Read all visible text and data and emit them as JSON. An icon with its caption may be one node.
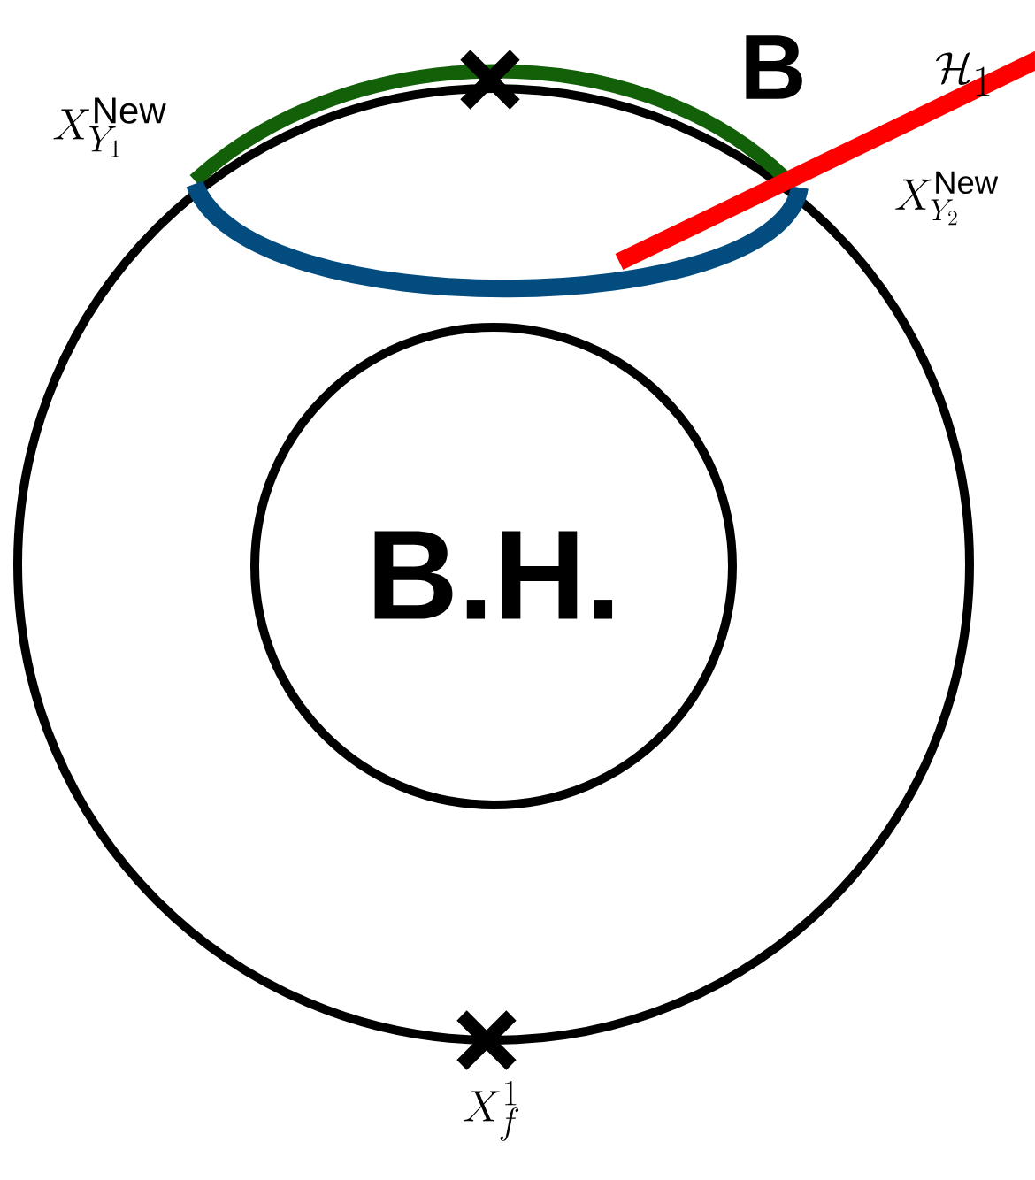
{
  "diagram": {
    "nodes": [
      {
        "text": [
          "B.H."
        ]
      }
    ],
    "labels": [
      "X_{Y_1}^{\\mathrm{New}}",
      "B",
      "\\mathcal{H}_1",
      "X_{Y_2}^{\\mathrm{New}}",
      "X_f^1"
    ]
  }
}
